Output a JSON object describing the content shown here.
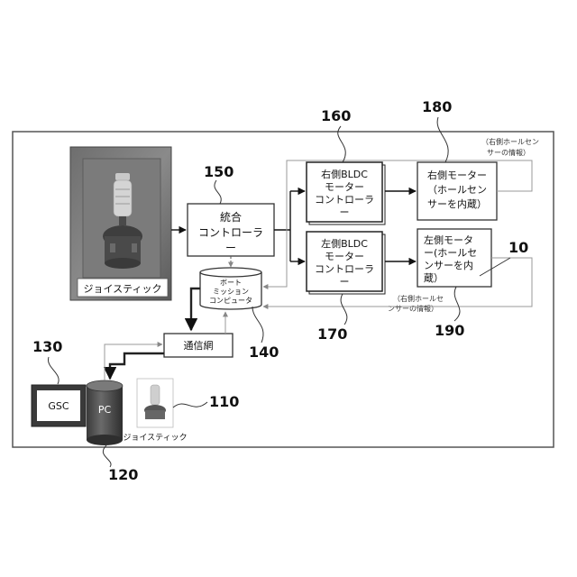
{
  "diagram": {
    "joystick_panel": {
      "label": "ジョイスティック"
    },
    "integrated_controller": {
      "lines": [
        "統合",
        "コントローラ",
        "ー"
      ]
    },
    "boat_mission_computer": {
      "lines": [
        "ボート",
        "ミッション",
        "コンピュータ"
      ]
    },
    "right_bldc": {
      "lines": [
        "右側BLDC",
        "モーター",
        "コントローラ",
        "ー"
      ]
    },
    "left_bldc": {
      "lines": [
        "左側BLDC",
        "モーター",
        "コントローラ",
        "ー"
      ]
    },
    "right_motor": {
      "lines": [
        "右側モーター",
        "（ホールセン",
        "サーを内蔵）"
      ]
    },
    "left_motor": {
      "lines": [
        "左側モータ",
        "ー(ホールセ",
        "ンサーを内",
        "蔵）"
      ]
    },
    "comm_network": {
      "label": "通信網"
    },
    "gsc": {
      "label": "GSC"
    },
    "pc": {
      "label": "PC"
    },
    "small_joystick": {
      "label": "ジョイスティック"
    },
    "right_hall_note": {
      "lines": [
        "（右側ホールセン",
        "サーの情報）"
      ]
    },
    "left_hall_note": {
      "lines": [
        "（右側ホールセ",
        "ンサーの情報）"
      ]
    },
    "refs": {
      "r10": "10",
      "r110": "110",
      "r120": "120",
      "r130": "130",
      "r140": "140",
      "r150": "150",
      "r160": "160",
      "r170": "170",
      "r180": "180",
      "r190": "190"
    }
  }
}
